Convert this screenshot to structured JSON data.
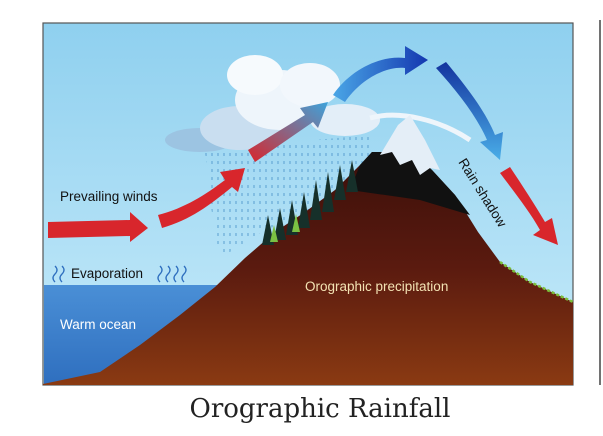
{
  "diagram": {
    "labels": {
      "prevailing_winds": "Prevailing winds",
      "evaporation": "Evaporation",
      "warm_ocean": "Warm ocean",
      "orographic_precipitation": "Orographic precipitation",
      "rain_shadow": "Rain shadow"
    },
    "colors": {
      "sky": "#a9dcf3",
      "ocean": "#3f86cf",
      "mountain": "#5a1a0f",
      "peak": "#111111",
      "warm_arrow": "#d8262c",
      "cool_arrow": "#1f5fc8"
    }
  },
  "caption": "Orographic Rainfall"
}
